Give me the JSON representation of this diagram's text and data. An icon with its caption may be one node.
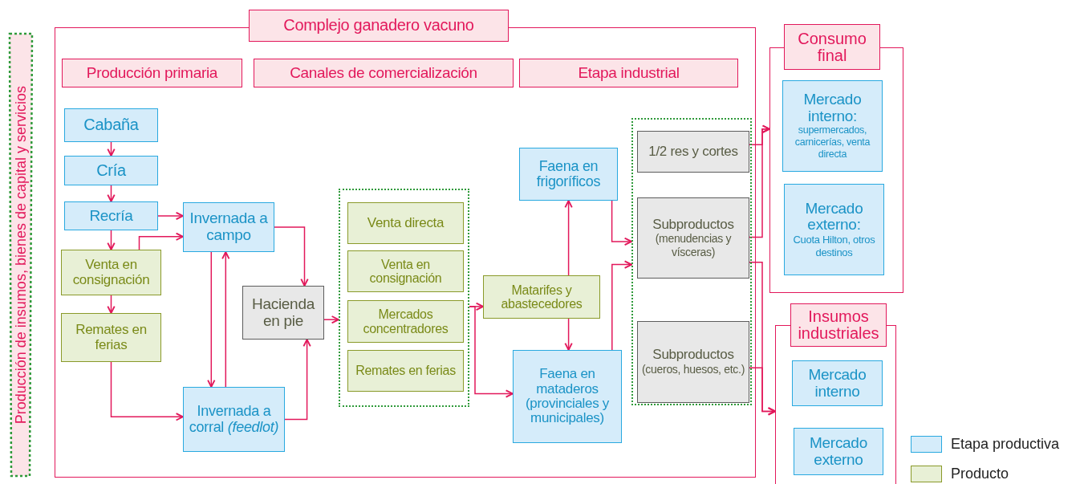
{
  "diagram": {
    "nodes": [
      {
        "text": [],
        "shape": "box"
      },
      {
        "text": [
          "Producción primaria"
        ],
        "in": 0
      },
      {
        "text": [
          "Canales de comercialización"
        ],
        "in": 0
      },
      {
        "text": [
          "Etapa industrial"
        ],
        "in": 0
      },
      {
        "text": [
          "Cabaña"
        ],
        "in": 0
      },
      {
        "text": [
          "Cría"
        ],
        "in": 0
      },
      {
        "text": [
          "Recría"
        ],
        "in": 0
      },
      {
        "text": [
          "Invernada a campo"
        ],
        "in": 0
      },
      {
        "text": [
          "Venta en consignación"
        ],
        "in": 0
      },
      {
        "text": [
          "Remates en ferias"
        ],
        "in": 0
      },
      {
        "text": [
          "Hacienda en pie"
        ],
        "in": 0
      },
      {
        "text": [
          "Invernada a corral *(feedlot)*"
        ],
        "in": 0
      },
      {
        "text": [],
        "shape": "box",
        "in": 0
      },
      {
        "text": [
          "Venta directa"
        ],
        "in": 12
      },
      {
        "text": [
          "Venta en consignación"
        ],
        "in": 12
      },
      {
        "text": [
          "Mercados concentradores"
        ],
        "in": 12
      },
      {
        "text": [
          "Remates en ferias"
        ],
        "in": 12
      },
      {
        "text": [
          "Matarifes y abastecedores"
        ],
        "in": 0
      },
      {
        "text": [
          "Faena en frigoríficos"
        ],
        "in": 0
      },
      {
        "text": [
          "Faena en mataderos (provinciales y municipales)"
        ],
        "in": 0
      },
      {
        "text": [],
        "shape": "box",
        "in": 0
      },
      {
        "text": [
          "1/2 res y cortes"
        ],
        "in": 20
      },
      {
        "text": [
          "Subproductos",
          "(menudencias y vísceras)"
        ],
        "in": 20
      },
      {
        "text": [
          "Subproductos",
          "(cueros, huesos, etc.)"
        ],
        "in": 20
      },
      {
        "text": [
          "Consumo final"
        ]
      },
      {
        "text": [
          "Mercado interno:",
          "supermercados, carnicerías, venta directa"
        ],
        "in": 24
      },
      {
        "text": [
          "Mercado externo:",
          "Cuota Hilton, otros destinos"
        ],
        "in": 24
      },
      {
        "text": [
          "Insumos industriales"
        ]
      },
      {
        "text": [
          "Mercado interno"
        ],
        "in": 27
      },
      {
        "text": [
          "Mercado externo"
        ],
        "in": 27
      },
      {
        "text": [
          "Producción de insumos, bienes de capital y servicios"
        ]
      },
      {
        "text": [
          "Complejo ganadero vacuno"
        ]
      }
    ],
    "edges": [
      {
        "from": 4,
        "to": 5,
        "arrow": "to"
      },
      {
        "from": 5,
        "to": 6,
        "arrow": "to"
      },
      {
        "from": 6,
        "to": 7,
        "arrow": "to"
      },
      {
        "from": 6,
        "to": 8,
        "arrow": "to"
      },
      {
        "from": 8,
        "to": 7,
        "arrow": "to"
      },
      {
        "from": 8,
        "to": 9,
        "arrow": "to"
      },
      {
        "from": 9,
        "to": 11,
        "arrow": "to"
      },
      {
        "from": 7,
        "to": 11,
        "arrow": "to"
      },
      {
        "from": 11,
        "to": 7,
        "arrow": "to"
      },
      {
        "from": 7,
        "to": 10,
        "arrow": "to"
      },
      {
        "from": 11,
        "to": 10,
        "arrow": "to"
      },
      {
        "from": 10,
        "to": 12,
        "arrow": "to"
      },
      {
        "from": 12,
        "to": 17,
        "arrow": "to"
      },
      {
        "from": 12,
        "to": 19,
        "arrow": "to"
      },
      {
        "from": 17,
        "to": 18,
        "arrow": "to"
      },
      {
        "from": 17,
        "to": 19,
        "arrow": "to"
      },
      {
        "from": 18,
        "to": 20,
        "arrow": "to"
      },
      {
        "from": 19,
        "to": 20,
        "arrow": "to"
      },
      {
        "from": 21,
        "to": 24,
        "arrow": "to"
      },
      {
        "from": 22,
        "to": 24,
        "arrow": "to"
      },
      {
        "from": 22,
        "to": 27,
        "arrow": "to"
      },
      {
        "from": 23,
        "to": 27,
        "arrow": "to"
      }
    ],
    "legend": [
      {
        "text": "Etapa productiva",
        "color": "#d5ecfa"
      },
      {
        "text": "Producto",
        "color": "#e8f0d6"
      }
    ]
  }
}
